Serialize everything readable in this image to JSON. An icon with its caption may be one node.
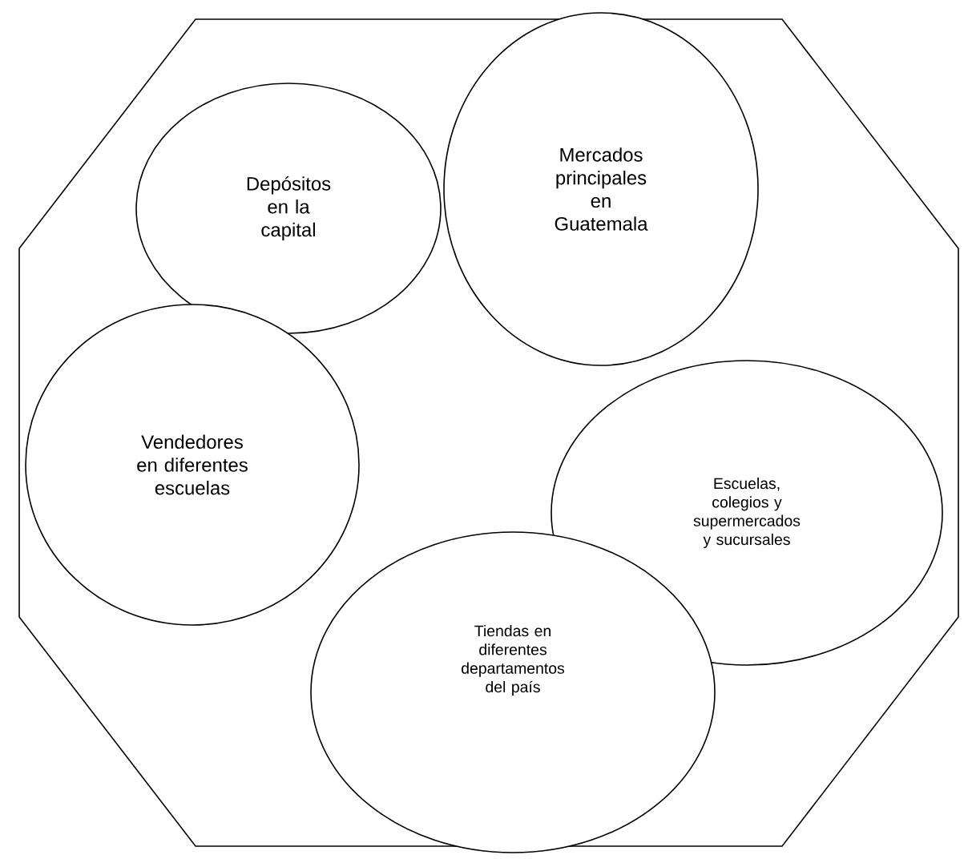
{
  "diagram": {
    "nodes": [
      {
        "text": [],
        "shape": "octagon"
      },
      {
        "text": [
          "Depósitos en la capital"
        ],
        "in": 0
      },
      {
        "text": [
          "Mercados principales en Guatemala"
        ],
        "in": 0
      },
      {
        "text": [
          "Vendedores en diferentes escuelas"
        ],
        "in": 0
      },
      {
        "text": [
          "Escuelas, colegios y supermercados y sucursales"
        ],
        "in": 0
      },
      {
        "text": [
          "Tiendas en diferentes departamentos del país"
        ],
        "in": 0
      }
    ]
  }
}
